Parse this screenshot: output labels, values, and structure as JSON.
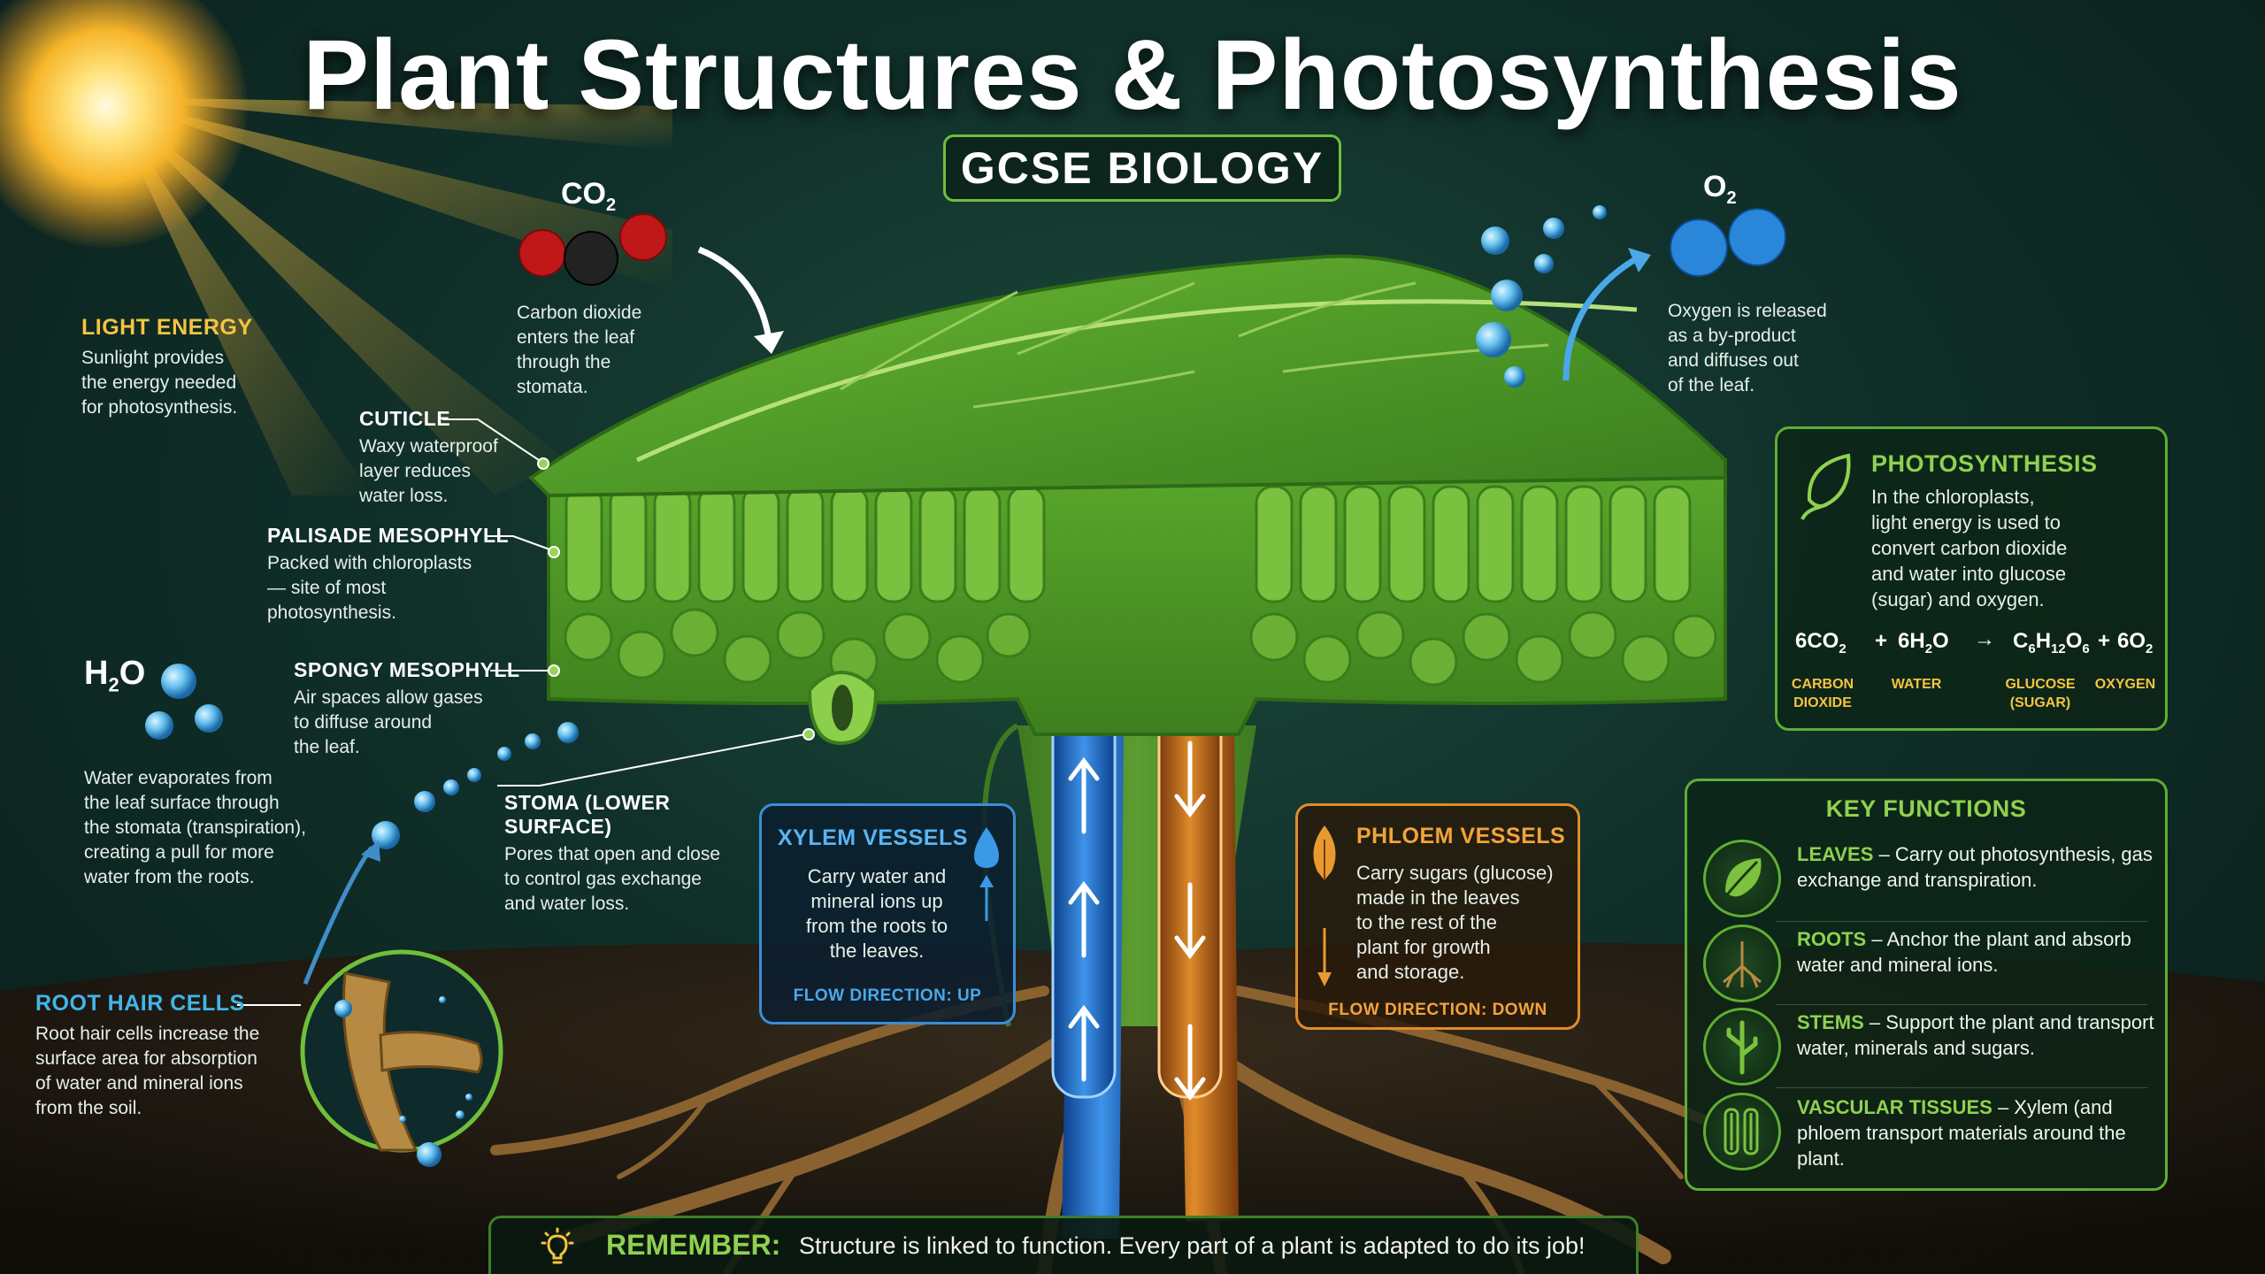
{
  "header": {
    "title": "Plant Structures & Photosynthesis",
    "subtitle": "GCSE BIOLOGY"
  },
  "molecules": {
    "co2_formula": "CO",
    "co2_sub": "2",
    "o2_formula": "O",
    "o2_sub": "2",
    "h2o_main": "H",
    "h2o_sub": "2",
    "h2o_end": "O"
  },
  "labels": {
    "light_energy": {
      "title": "LIGHT ENERGY",
      "lines": [
        "Sunlight provides",
        "the energy needed",
        "for photosynthesis."
      ]
    },
    "co2": {
      "lines": [
        "Carbon dioxide",
        "enters the leaf",
        "through the",
        "stomata."
      ]
    },
    "o2": {
      "lines": [
        "Oxygen is released",
        "as a by-product",
        "and diffuses out",
        "of the leaf."
      ]
    },
    "cuticle": {
      "title": "CUTICLE",
      "lines": [
        "Waxy waterproof",
        "layer reduces",
        "water loss."
      ]
    },
    "palisade": {
      "title": "PALISADE MESOPHYLL",
      "lines": [
        "Packed with chloroplasts",
        "— site of most",
        "photosynthesis."
      ]
    },
    "spongy": {
      "title": "SPONGY MESOPHYLL",
      "lines": [
        "Air spaces allow gases",
        "to diffuse around",
        "the leaf."
      ]
    },
    "water": {
      "lines": [
        "Water evaporates from",
        "the leaf surface through",
        "the stomata (transpiration),",
        "creating a pull for more",
        "water from the roots."
      ]
    },
    "stoma": {
      "title": "STOMA (LOWER SURFACE)",
      "lines": [
        "Pores that open and close",
        "to control gas exchange",
        "and water loss."
      ]
    },
    "root_hair": {
      "title": "ROOT HAIR CELLS",
      "lines": [
        "Root hair cells increase the",
        "surface area for absorption",
        "of water and mineral ions",
        "from the soil."
      ]
    }
  },
  "xylem": {
    "title": "XYLEM VESSELS",
    "lines": [
      "Carry water and",
      "mineral ions up",
      "from the roots to",
      "the leaves."
    ],
    "flow": "FLOW DIRECTION: UP"
  },
  "phloem": {
    "title": "PHLOEM VESSELS",
    "lines": [
      "Carry sugars (glucose)",
      "made in the leaves",
      "to the rest of the",
      "plant for growth",
      "and storage."
    ],
    "flow": "FLOW DIRECTION: DOWN"
  },
  "photosynthesis": {
    "title": "PHOTOSYNTHESIS",
    "lines": [
      "In the chloroplasts,",
      "light energy is used to",
      "convert carbon dioxide",
      "and water into glucose",
      "(sugar) and oxygen."
    ],
    "equation": {
      "co2_coef": "6CO",
      "co2_sub": "2",
      "plus1": "+",
      "h2o_coef": "6H",
      "h2o_sub": "2",
      "h2o_end": "O",
      "arrow": "→",
      "glu_c": "C",
      "glu_c_sub": "6",
      "glu_h": "H",
      "glu_h_sub": "12",
      "glu_o": "O",
      "glu_o_sub": "6",
      "plus2": "+",
      "o2_coef": "6O",
      "o2_sub": "2"
    },
    "eq_labels": {
      "co2_line1": "CARBON",
      "co2_line2": "DIOXIDE",
      "water": "WATER",
      "glucose_line1": "GLUCOSE",
      "glucose_line2": "(SUGAR)",
      "oxygen": "OXYGEN"
    }
  },
  "key_functions": {
    "title": "KEY FUNCTIONS",
    "items": [
      {
        "name": "LEAVES",
        "text": " – Carry out photosynthesis, gas exchange and transpiration."
      },
      {
        "name": "ROOTS",
        "text": " – Anchor the plant and absorb water and mineral ions."
      },
      {
        "name": "STEMS",
        "text": " – Support the plant and transport water, minerals and sugars."
      },
      {
        "name": "VASCULAR TISSUES",
        "text": " – Xylem (and phloem transport materials around the plant."
      }
    ]
  },
  "remember": {
    "label": "REMEMBER:",
    "text": "Structure is linked to function. Every part of a plant is adapted to do its job!"
  },
  "colors": {
    "accent_green": "#8fd14f",
    "xylem_blue": "#3a8ed8",
    "phloem_orange": "#e08b2a",
    "highlight_yellow": "#f4c440",
    "root_cyan": "#41b6ea"
  }
}
